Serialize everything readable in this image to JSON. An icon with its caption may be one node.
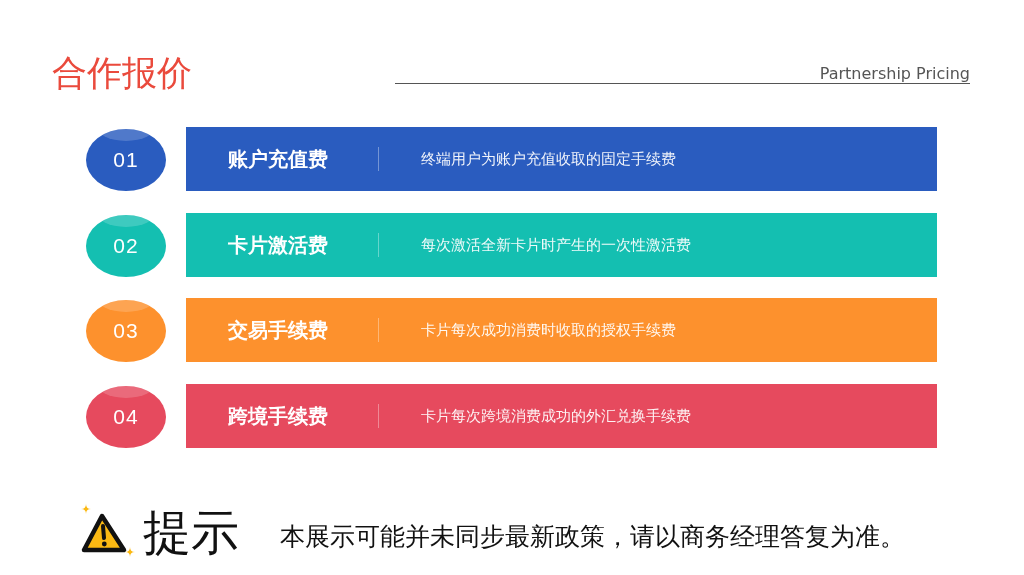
{
  "diagram": {
    "title": "合作报价",
    "nodes": [
      {
        "text": [
          "01"
        ]
      },
      {
        "text": [
          "账户充值费",
          "终端用户为账户充值收取的固定手续费"
        ]
      },
      {
        "text": [
          "02"
        ]
      },
      {
        "text": [
          "卡片激活费",
          "每次激活全新卡片时产生的一次性激活费"
        ]
      },
      {
        "text": [
          "03"
        ]
      },
      {
        "text": [
          "交易手续费",
          "卡片每次成功消费时收取的授权手续费"
        ]
      },
      {
        "text": [
          "04"
        ]
      },
      {
        "text": [
          "跨境手续费",
          "卡片每次跨境消费成功的外汇兑换手续费"
        ]
      }
    ],
    "labels": [
      "Partnership Pricing",
      "提示",
      "本展示可能并未同步最新政策，请以商务经理答复为准。"
    ]
  }
}
